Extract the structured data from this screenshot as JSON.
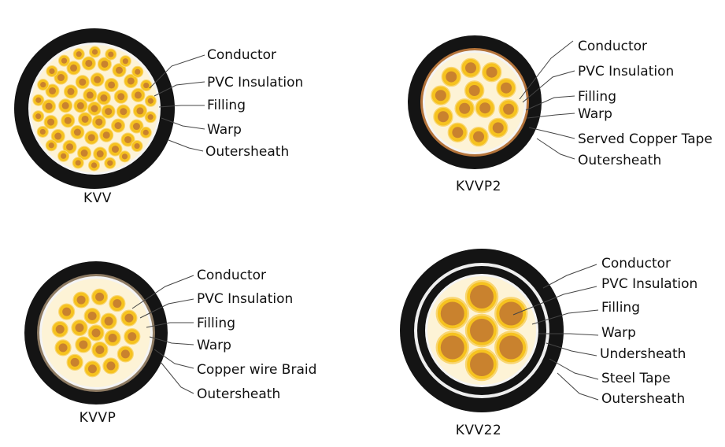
{
  "colors": {
    "sheath": "#141414",
    "warp": "#f4f4f4",
    "filling": "#fdf3d6",
    "insulation": "#f6c21f",
    "insulation_light": "#f9d670",
    "conductor": "#c9822e",
    "copper_tape": "#b3733a",
    "braid": "#8d7a62",
    "undersheath": "#141414",
    "steel_tape": "#eeeeee"
  },
  "cables": [
    {
      "id": "kvv",
      "title": "KVV",
      "labels": [
        "Conductor",
        "PVC Insulation",
        "Filling",
        "Warp",
        "Outersheath"
      ]
    },
    {
      "id": "kvvp2",
      "title": "KVVP2",
      "labels": [
        "Conductor",
        "PVC Insulation",
        "Filling",
        "Warp",
        "Served Copper Tape",
        "Outersheath"
      ]
    },
    {
      "id": "kvvp",
      "title": "KVVP",
      "labels": [
        "Conductor",
        "PVC Insulation",
        "Filling",
        "Warp",
        "Copper wire Braid",
        "Outersheath"
      ]
    },
    {
      "id": "kvv22",
      "title": "KVV22",
      "labels": [
        "Conductor",
        "PVC Insulation",
        "Filling",
        "Warp",
        "Undersheath",
        "Steel Tape",
        "Outersheath"
      ]
    }
  ]
}
